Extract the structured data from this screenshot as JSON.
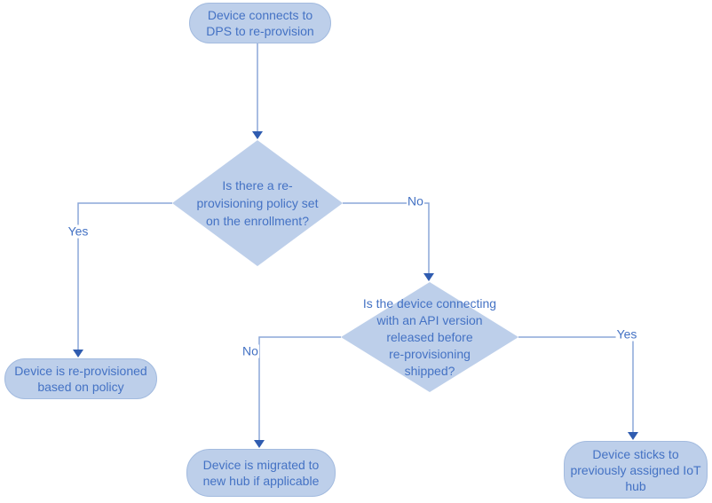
{
  "diagram": {
    "type": "flowchart",
    "subject": "DPS device re-provisioning decision flow",
    "colors": {
      "background": "#ffffff",
      "node_fill": "#bdcfea",
      "node_border": "#a3bbdf",
      "text": "#4472c4",
      "connector_line": "#8ba7d9",
      "arrowhead": "#2f5cb0"
    },
    "nodes": [
      {
        "id": "start",
        "shape": "terminator",
        "text": "Device connects to\nDPS to re-provision"
      },
      {
        "id": "policy-decision",
        "shape": "decision",
        "text": "Is there a re-\nprovisioning policy set\non the enrollment?"
      },
      {
        "id": "reprovisioned",
        "shape": "terminator",
        "text": "Device is re-provisioned\nbased on policy"
      },
      {
        "id": "api-decision",
        "shape": "decision",
        "text": "Is the device connecting\nwith an API version\nreleased before\nre-provisioning\nshipped?"
      },
      {
        "id": "migrated",
        "shape": "terminator",
        "text": "Device is migrated to\nnew hub if applicable"
      },
      {
        "id": "sticks",
        "shape": "terminator",
        "text": "Device sticks to\npreviously assigned IoT\nhub"
      }
    ],
    "edges": [
      {
        "from": "start",
        "to": "policy-decision",
        "label": ""
      },
      {
        "from": "policy-decision",
        "to": "reprovisioned",
        "label": "Yes"
      },
      {
        "from": "policy-decision",
        "to": "api-decision",
        "label": "No"
      },
      {
        "from": "api-decision",
        "to": "migrated",
        "label": "No"
      },
      {
        "from": "api-decision",
        "to": "sticks",
        "label": "Yes"
      }
    ]
  }
}
